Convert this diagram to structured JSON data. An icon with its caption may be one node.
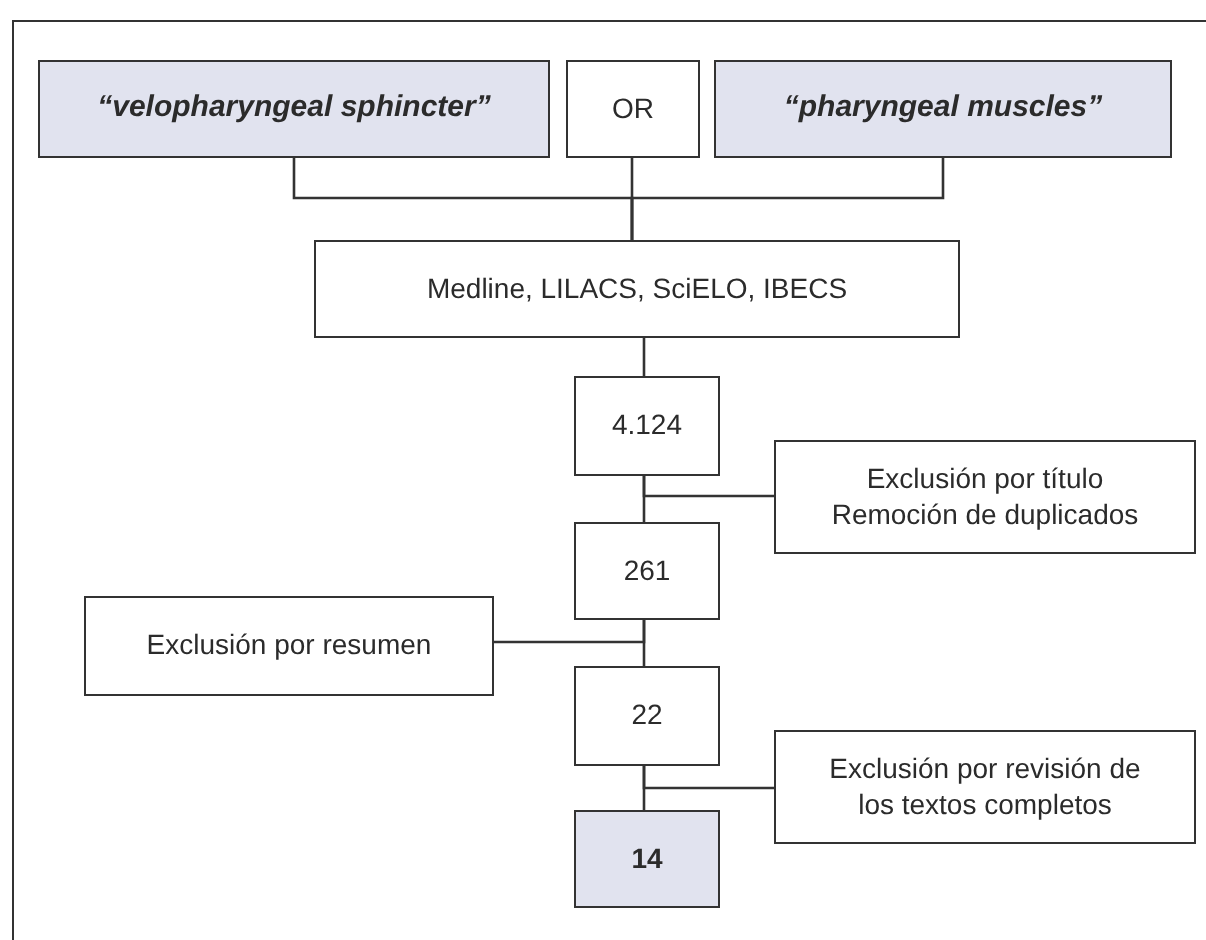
{
  "diagram": {
    "nodes": [
      {
        "text": [
          "“velopharyngeal sphincter”"
        ]
      },
      {
        "text": [
          "OR"
        ]
      },
      {
        "text": [
          "“pharyngeal muscles”"
        ]
      },
      {
        "text": [
          "Medline, LILACS, SciELO, IBECS"
        ]
      },
      {
        "text": [
          "4.124"
        ]
      },
      {
        "text": [
          "Exclusión por título",
          "Remoción de duplicados"
        ]
      },
      {
        "text": [
          "261"
        ]
      },
      {
        "text": [
          "Exclusión por resumen"
        ]
      },
      {
        "text": [
          "22"
        ]
      },
      {
        "text": [
          "Exclusión por revisión de los textos completos"
        ]
      },
      {
        "text": [
          "14"
        ]
      }
    ],
    "edges": [
      {
        "from": 0,
        "to": 3,
        "arrow": "none"
      },
      {
        "from": 1,
        "to": 3,
        "arrow": "none"
      },
      {
        "from": 2,
        "to": 3,
        "arrow": "none"
      },
      {
        "from": 3,
        "to": 4,
        "arrow": "none"
      },
      {
        "from": 4,
        "to": 6,
        "arrow": "none"
      },
      {
        "from": 4,
        "to": 5,
        "arrow": "none"
      },
      {
        "from": 6,
        "to": 8,
        "arrow": "none"
      },
      {
        "from": 6,
        "to": 7,
        "arrow": "none"
      },
      {
        "from": 8,
        "to": 10,
        "arrow": "none"
      },
      {
        "from": 8,
        "to": 9,
        "arrow": "none"
      }
    ]
  }
}
